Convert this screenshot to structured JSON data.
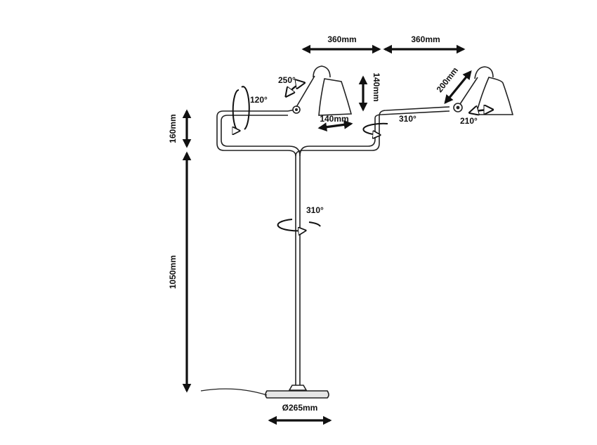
{
  "dimensions": {
    "arm_left_width": "360mm",
    "arm_right_width": "360mm",
    "upper_height": "160mm",
    "column_height": "1050mm",
    "short_arm_left": "140mm",
    "short_arm_vertical": "140mm",
    "upper_arm_right": "200mm",
    "base_diameter": "Ø265mm"
  },
  "rotations": {
    "left_joint": "120°",
    "left_head": "250°",
    "right_arm": "310°",
    "right_head": "210°",
    "column": "310°"
  },
  "colors": {
    "line": "#222222",
    "dimension": "#111111",
    "background": "#ffffff"
  }
}
